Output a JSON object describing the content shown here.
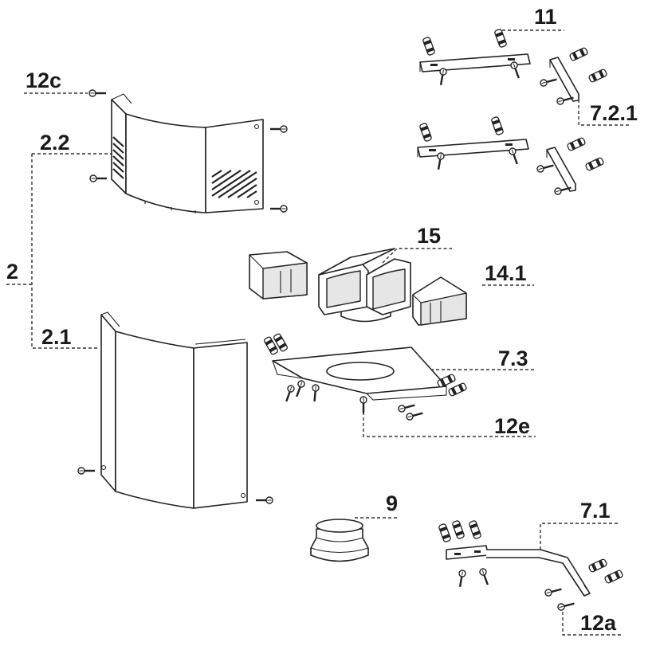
{
  "labels": {
    "l11": "11",
    "l12c": "12c",
    "l22": "2.2",
    "l721": "7.2.1",
    "l15": "15",
    "l141": "14.1",
    "l2": "2",
    "l21": "2.1",
    "l73": "7.3",
    "l12e": "12e",
    "l9": "9",
    "l71": "7.1",
    "l12a": "12a"
  },
  "colors": {
    "line": "#222222",
    "shade": "#e6e6e6",
    "background": "#ffffff"
  }
}
